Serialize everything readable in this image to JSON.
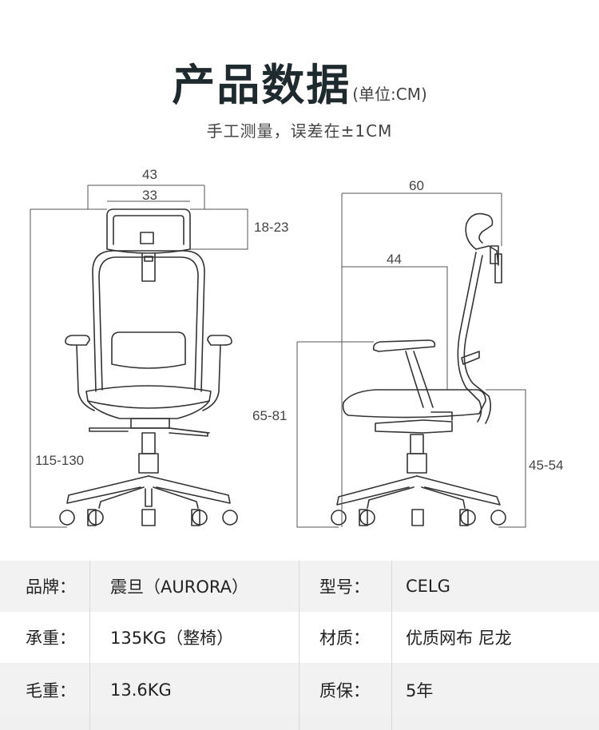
{
  "header": {
    "title": "产品数据",
    "unit": "(单位:CM)",
    "subtitle": "手工测量，误差在±1CM"
  },
  "dimensions": {
    "front": {
      "overall_width": "43",
      "headrest_width": "33",
      "headrest_height": "18-23",
      "total_height": "115-130"
    },
    "side": {
      "overall_depth": "60",
      "seat_depth": "44",
      "armrest_height": "65-81",
      "seat_height": "45-54"
    }
  },
  "specs": [
    {
      "label1": "品牌：",
      "value1": "震旦（AURORA）",
      "label2": "型号：",
      "value2": "CELG"
    },
    {
      "label1": "承重：",
      "value1": "135KG（整椅）",
      "label2": "材质：",
      "value2": "优质网布  尼龙"
    },
    {
      "label1": "毛重：",
      "value1": "13.6KG",
      "label2": "质保：",
      "value2": "5年"
    }
  ]
}
